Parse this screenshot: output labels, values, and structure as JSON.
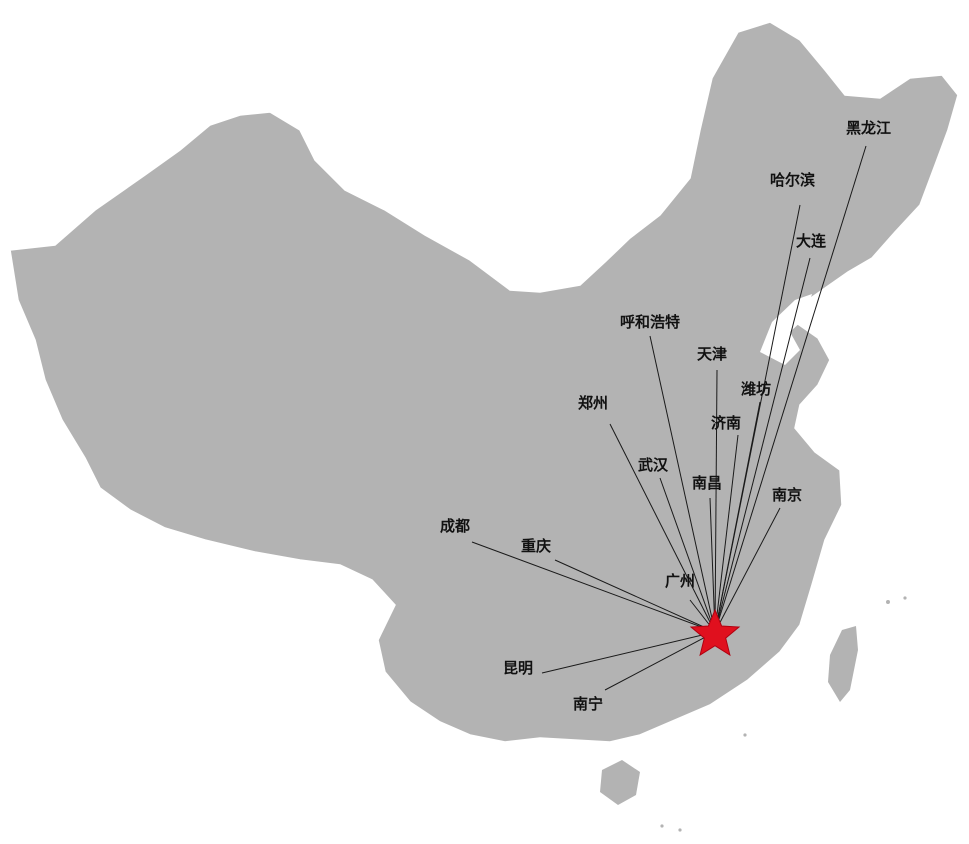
{
  "map": {
    "colors": {
      "land": "#b3b3b3",
      "route": "#1a1a1a",
      "hub": "#e0101e",
      "label": "#111111"
    },
    "hub_marker": "red-star",
    "cities": [
      {
        "id": "heilongjiang",
        "name": "黑龙江"
      },
      {
        "id": "haerbin",
        "name": "哈尔滨"
      },
      {
        "id": "dalian",
        "name": "大连"
      },
      {
        "id": "huhehaote",
        "name": "呼和浩特"
      },
      {
        "id": "tianjin",
        "name": "天津"
      },
      {
        "id": "weifang",
        "name": "潍坊"
      },
      {
        "id": "zhengzhou",
        "name": "郑州"
      },
      {
        "id": "jinan",
        "name": "济南"
      },
      {
        "id": "wuhan",
        "name": "武汉"
      },
      {
        "id": "nanchang",
        "name": "南昌"
      },
      {
        "id": "nanjing",
        "name": "南京"
      },
      {
        "id": "chengdu",
        "name": "成都"
      },
      {
        "id": "chongqing",
        "name": "重庆"
      },
      {
        "id": "guangzhou",
        "name": "广州"
      },
      {
        "id": "kunming",
        "name": "昆明"
      },
      {
        "id": "nanning",
        "name": "南宁"
      }
    ]
  }
}
